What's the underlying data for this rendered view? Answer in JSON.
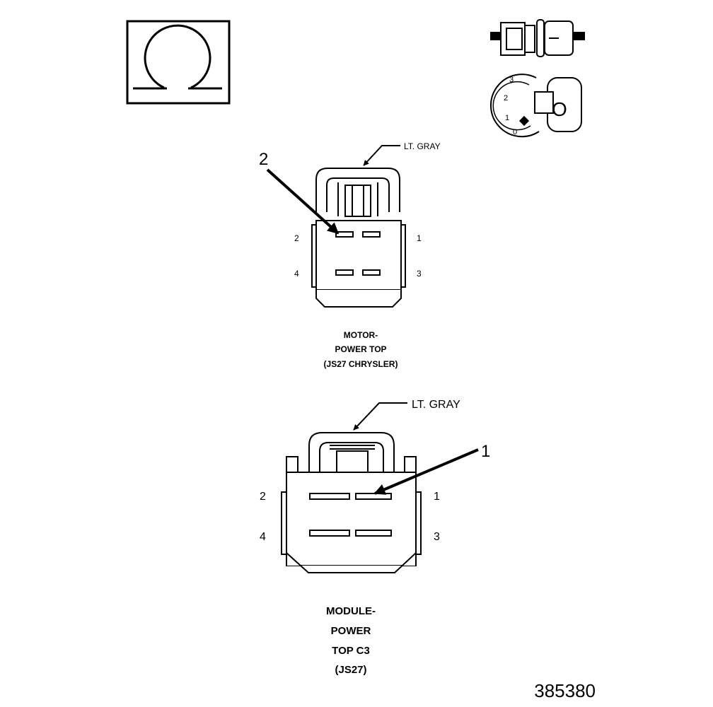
{
  "icons": {
    "ohmmeter": "omega-icon",
    "ignition_key": "ignition-key-icon"
  },
  "ignition_positions": [
    "3",
    "2",
    "1",
    "0"
  ],
  "key_label": "O",
  "top_connector": {
    "color_label": "LT. GRAY",
    "callout": "2",
    "pins": [
      "2",
      "1",
      "4",
      "3"
    ],
    "title_lines": [
      "MOTOR-",
      "POWER TOP",
      "(JS27 CHRYSLER)"
    ]
  },
  "bottom_connector": {
    "color_label": "LT. GRAY",
    "callout": "1",
    "pins": [
      "2",
      "1",
      "4",
      "3"
    ],
    "title_lines": [
      "MODULE-",
      "POWER",
      "TOP C3",
      "(JS27)"
    ]
  },
  "figure_number": "385380"
}
